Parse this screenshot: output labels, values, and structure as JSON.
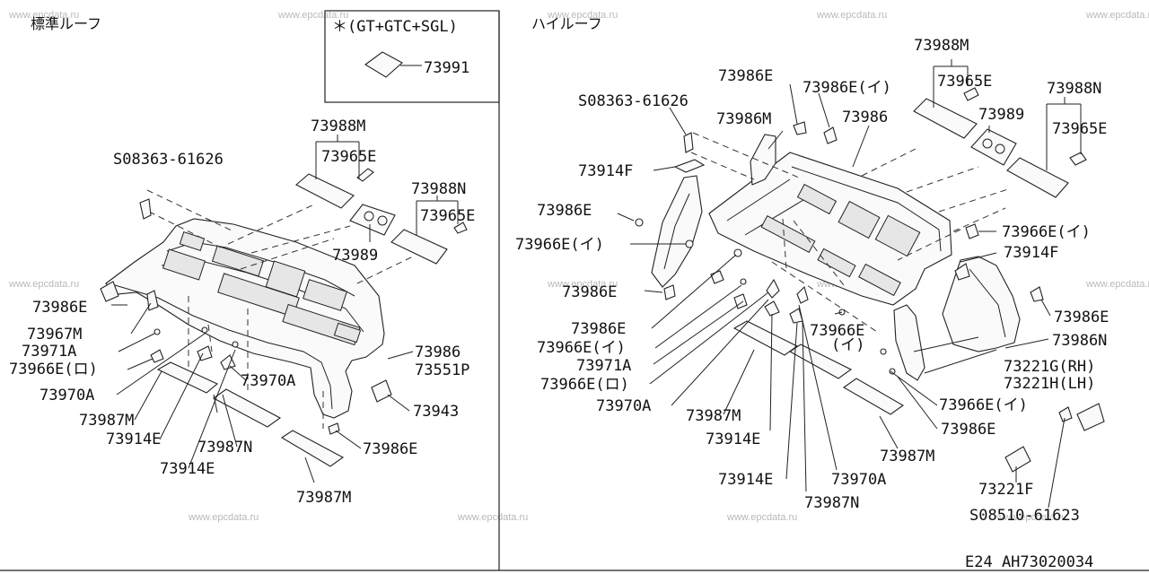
{
  "headers": {
    "left": "標準ルーフ",
    "right": "ハイルーフ",
    "inset_title": "＊(GT+GTC+SGL)"
  },
  "footer": {
    "code": "E24  AH73020034"
  },
  "watermark": "www.epcdata.ru",
  "left_labels": {
    "l1": "73991",
    "l2": "73988M",
    "l3": "S08363-61626",
    "l4": "73965E",
    "l5": "73988N",
    "l6": "73965E",
    "l7": "73989",
    "l8": "73986E",
    "l9": "73967M",
    "l10": "73971A",
    "l11": "73966E(ロ)",
    "l12": "73970A",
    "l13": "73987M",
    "l14": "73914E",
    "l15": "73914E",
    "l16": "73987N",
    "l17": "73970A",
    "l18": "73986",
    "l19": "73551P",
    "l20": "73943",
    "l21": "73986E",
    "l22": "73987M"
  },
  "right_labels": {
    "r1": "73986E",
    "r2": "73986E(イ)",
    "r3": "73988M",
    "r4": "73965E",
    "r5": "73988N",
    "r6": "S08363-61626",
    "r7": "73986M",
    "r8": "73986",
    "r9": "73989",
    "r10": "73965E",
    "r11": "73914F",
    "r12": "73986E",
    "r13": "73966E(イ)",
    "r14": "73966E(イ)",
    "r15": "73914F",
    "r16": "73986E",
    "r17": "73986E",
    "r18": "73986E",
    "r19": "73966E(イ)",
    "r20": "73966E",
    "r21": "(イ)",
    "r22": "73986N",
    "r23": "73971A",
    "r24": "73966E(ロ)",
    "r25": "73970A",
    "r26": "73987M",
    "r27": "73914E",
    "r28": "73221G(RH)",
    "r29": "73221H(LH)",
    "r30": "73966E(イ)",
    "r31": "73986E",
    "r32": "73987M",
    "r33": "73914E",
    "r34": "73970A",
    "r35": "73987N",
    "r36": "73221F",
    "r37": "S08510-61623"
  }
}
